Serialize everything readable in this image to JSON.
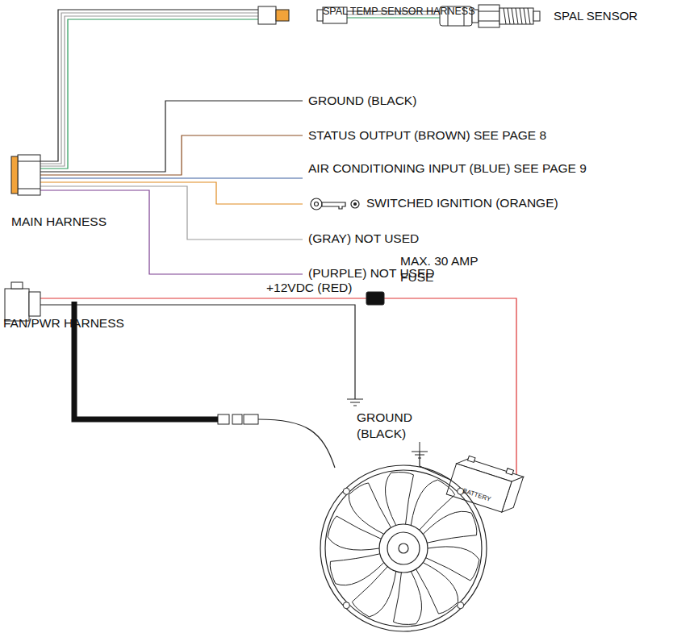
{
  "diagram": {
    "labels": [
      "SPAL TEMP SENSOR HARNESS",
      "SPAL SENSOR",
      "GROUND (BLACK)",
      "STATUS OUTPUT (BROWN) SEE PAGE 8",
      "AIR CONDITIONING INPUT (BLUE) SEE PAGE 9",
      "SWITCHED IGNITION (ORANGE)",
      "MAIN HARNESS",
      "(GRAY) NOT USED",
      "(PURPLE) NOT USED",
      "FAN/PWR HARNESS",
      "MAX. 30 AMP FUSE",
      "+12VDC (RED)",
      "GROUND (BLACK)",
      "BATTERY"
    ]
  }
}
